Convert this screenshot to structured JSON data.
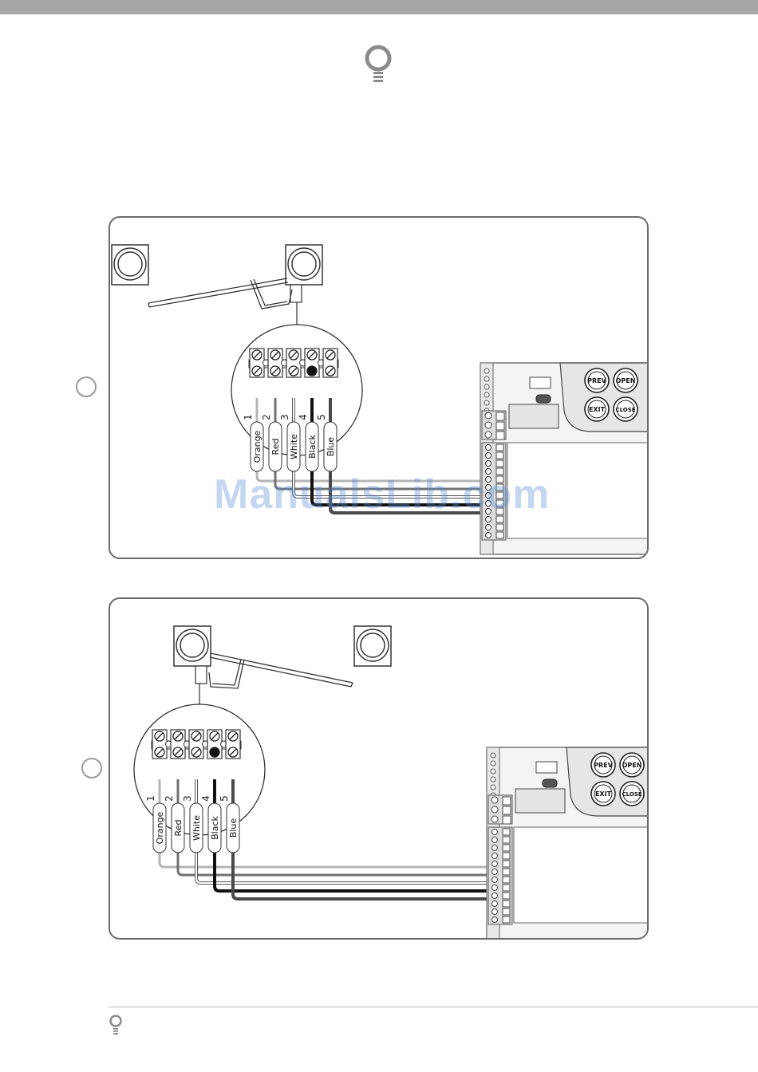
{
  "watermark": "ManualsLib.com",
  "wiring": {
    "terminal_numbers": [
      "1",
      "2",
      "3",
      "4",
      "5"
    ],
    "wire_labels": [
      "Orange",
      "Red",
      "White",
      "Black",
      "Blue"
    ]
  },
  "control_board": {
    "buttons": [
      "PREV",
      "OPEN",
      "EXIT",
      "CLOSE"
    ]
  },
  "icons": {
    "header": "lightbulb-icon",
    "footer": "lightbulb-icon",
    "motor": "motor-housing-icon",
    "step_marker": "step-circle-icon"
  },
  "colors": {
    "orange_wire": "#b4b4b4",
    "red_wire": "#707070",
    "white_wire": "#ffffff",
    "black_wire": "#111111",
    "blue_wire": "#4a4a4a",
    "panel_border": "#6b6b6b",
    "watermark": "#5b8fd6"
  }
}
